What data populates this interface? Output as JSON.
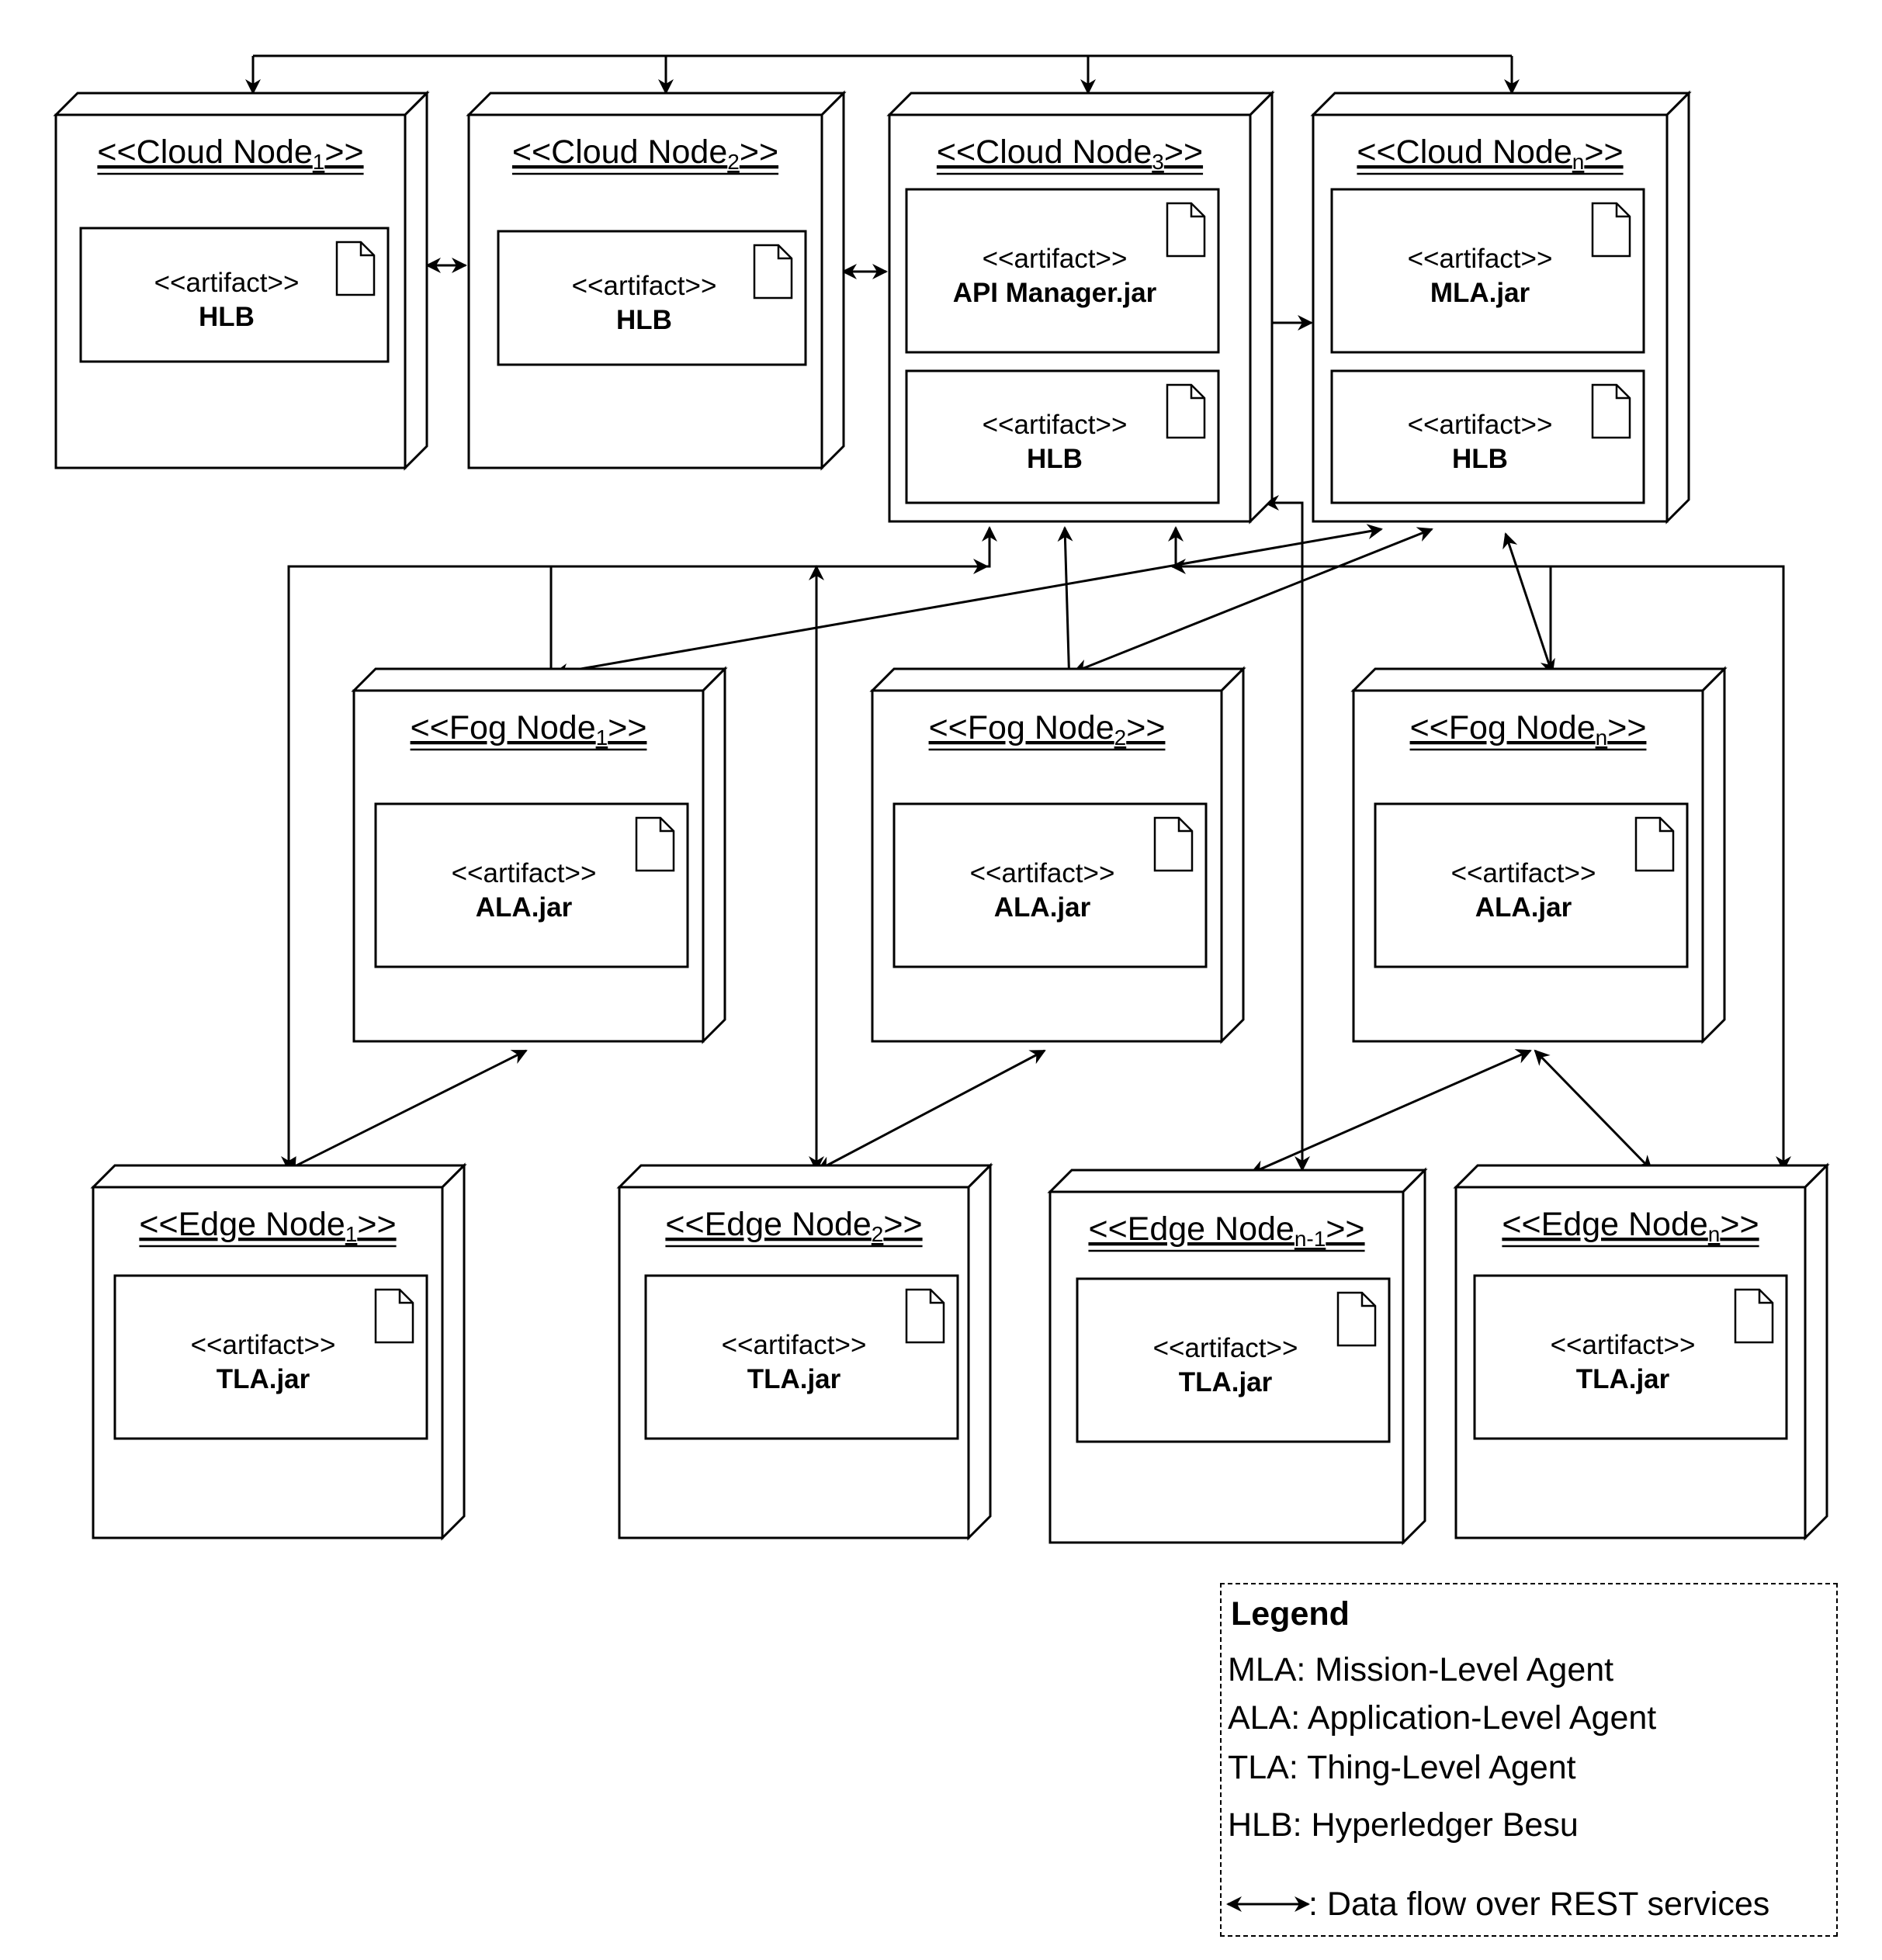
{
  "stereotype": "<<artifact>>",
  "cloud_nodes": [
    {
      "id": "c1",
      "prefix": "<<Cloud Node",
      "sub": "1",
      "suffix": ">>",
      "artifacts": [
        "HLB"
      ]
    },
    {
      "id": "c2",
      "prefix": "<<Cloud Node",
      "sub": "2",
      "suffix": ">>",
      "artifacts": [
        "HLB"
      ]
    },
    {
      "id": "c3",
      "prefix": "<<Cloud Node",
      "sub": "3",
      "suffix": ">>",
      "artifacts": [
        "API Manager.jar",
        "HLB"
      ]
    },
    {
      "id": "cn",
      "prefix": "<<Cloud Node",
      "sub": "n",
      "suffix": ">>",
      "artifacts": [
        "MLA.jar",
        "HLB"
      ]
    }
  ],
  "fog_nodes": [
    {
      "id": "f1",
      "prefix": "<<Fog Node",
      "sub": "1",
      "suffix": ">>",
      "artifacts": [
        "ALA.jar"
      ]
    },
    {
      "id": "f2",
      "prefix": "<<Fog Node",
      "sub": "2",
      "suffix": ">>",
      "artifacts": [
        "ALA.jar"
      ]
    },
    {
      "id": "fn",
      "prefix": "<<Fog Node",
      "sub": "n",
      "suffix": ">>",
      "artifacts": [
        "ALA.jar"
      ]
    }
  ],
  "edge_nodes": [
    {
      "id": "e1",
      "prefix": "<<Edge Node",
      "sub": "1",
      "suffix": ">>",
      "artifacts": [
        "TLA.jar"
      ]
    },
    {
      "id": "e2",
      "prefix": "<<Edge Node",
      "sub": "2",
      "suffix": ">>",
      "artifacts": [
        "TLA.jar"
      ]
    },
    {
      "id": "en1",
      "prefix": "<<Edge Node",
      "sub": "n-1",
      "suffix": ">>",
      "artifacts": [
        "TLA.jar"
      ]
    },
    {
      "id": "en",
      "prefix": "<<Edge Node",
      "sub": "n",
      "suffix": ">>",
      "artifacts": [
        "TLA.jar"
      ]
    }
  ],
  "connections": [
    {
      "from": "c1",
      "to": "c2"
    },
    {
      "from": "c2",
      "to": "c3"
    },
    {
      "from": "c3",
      "to": "cn"
    },
    {
      "from": "c3",
      "to": "f1"
    },
    {
      "from": "c3",
      "to": "f2"
    },
    {
      "from": "c3",
      "to": "fn"
    },
    {
      "from": "cn",
      "to": "f1"
    },
    {
      "from": "cn",
      "to": "f2"
    },
    {
      "from": "cn",
      "to": "fn"
    },
    {
      "from": "c3",
      "to": "e1"
    },
    {
      "from": "c3",
      "to": "e2"
    },
    {
      "from": "c3",
      "to": "en1"
    },
    {
      "from": "c3",
      "to": "en"
    },
    {
      "from": "f1",
      "to": "e1"
    },
    {
      "from": "f2",
      "to": "e2"
    },
    {
      "from": "fn",
      "to": "en1"
    },
    {
      "from": "fn",
      "to": "en"
    }
  ],
  "legend": {
    "title": "Legend",
    "items": [
      "MLA: Mission-Level Agent",
      "ALA: Application-Level Agent",
      "TLA: Thing-Level Agent",
      "HLB: Hyperledger Besu"
    ],
    "flow": ": Data flow over REST services"
  }
}
